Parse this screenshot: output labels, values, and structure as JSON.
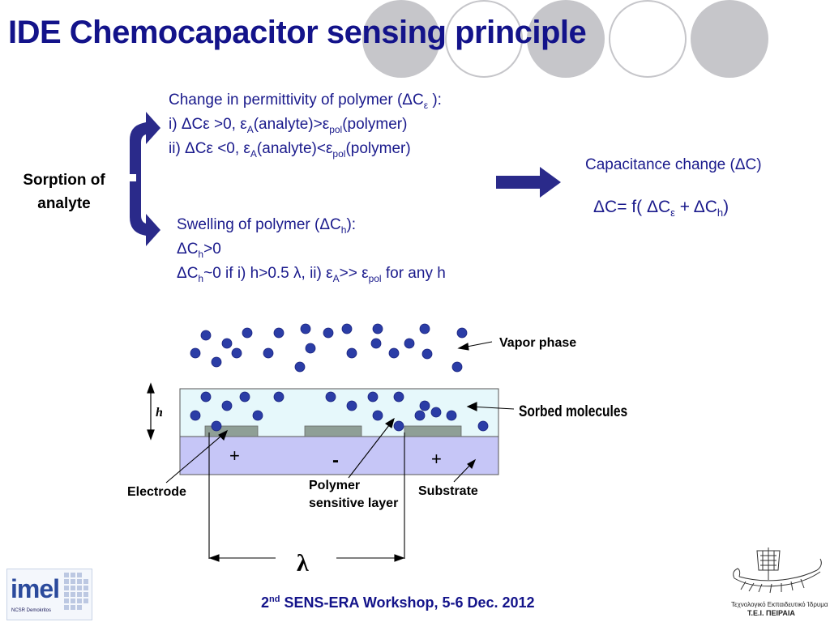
{
  "slide": {
    "title": "IDE Chemocapacitor sensing principle",
    "sorption": {
      "line1": "Sorption of",
      "line2": "analyte"
    },
    "permittivity": {
      "header_main": "Change in permittivity of polymer (ΔC",
      "header_sub": "ε",
      "header_end": " ):",
      "line1_a": "i) ΔCε >0, ε",
      "line1_sub1": "A",
      "line1_b": "(analyte)>ε",
      "line1_sub2": "pol",
      "line1_c": "(polymer)",
      "line2_a": "ii) ΔCε <0, ε",
      "line2_sub1": "A",
      "line2_b": "(analyte)<ε",
      "line2_sub2": "pol",
      "line2_c": "(polymer)"
    },
    "swelling": {
      "header_main": "Swelling of polymer (ΔC",
      "header_sub": "h",
      "header_end": "):",
      "line1_a": "ΔC",
      "line1_sub": "h",
      "line1_b": ">0",
      "line2_a": "ΔC",
      "line2_sub1": "h",
      "line2_b": "~0 if i) h>0.5 λ, ii) ε",
      "line2_sub2": "A",
      "line2_c": ">> ε",
      "line2_sub3": "pol",
      "line2_d": " for any h"
    },
    "capacitance": {
      "label": "Capacitance change (ΔC)",
      "formula_a": "ΔC= f( ΔC",
      "formula_sub1": "ε",
      "formula_b": " + ΔC",
      "formula_sub2": "h",
      "formula_c": ")"
    },
    "diagram": {
      "vapor_phase": "Vapor phase",
      "sorbed_molecules": "Sorbed molecules",
      "electrode": "Electrode",
      "polymer_line1": "Polymer",
      "polymer_line2": "sensitive layer",
      "substrate": "Substrate",
      "h_label": "h",
      "lambda": "λ",
      "plus1": "+",
      "minus": "-",
      "plus2": "+"
    },
    "footer": {
      "prefix": "2",
      "sup": "nd",
      "text": " SENS-ERA Workshop, 5-6 Dec. 2012"
    },
    "logos": {
      "left_text": "imel",
      "left_small": "NCSR Demokritos",
      "right_line1": "Τεχνολογικό Εκπαιδευτικό Ίδρυμα",
      "right_line2": "Τ.Ε.Ι. ΠΕΙΡΑΙΑ"
    },
    "colors": {
      "title": "#13138a",
      "molecule": "#2b3da6",
      "polymer_layer": "#e6f8fb",
      "substrate": "#c6c6f7",
      "electrode": "#8f9f96",
      "arrow": "#2a2a8a",
      "deco_circle": "#c8c8cc"
    }
  }
}
